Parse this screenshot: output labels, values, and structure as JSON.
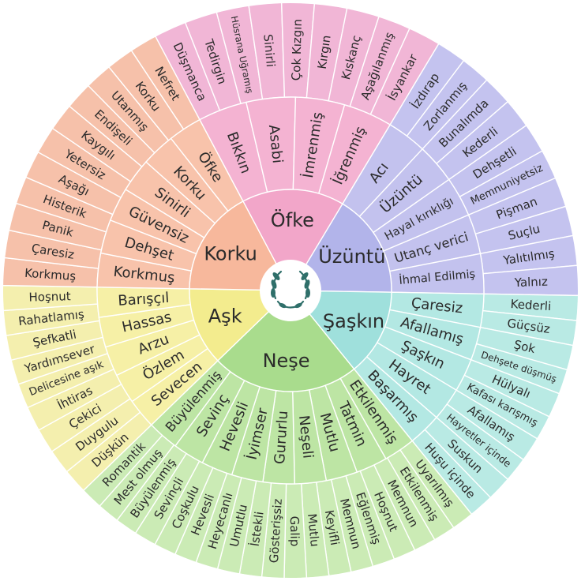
{
  "core": [
    {
      "label": "Öfke",
      "color": "#f2a6c9",
      "mid": "#f4b3d2",
      "outer": "#f1b6d6",
      "middle": [
        "Bıkkın",
        "Asabi",
        "İmrenmiş",
        "İğrenmiş"
      ],
      "outerLabels": [
        "Düşmanca",
        "Tedirgin",
        "Hüsrana Uğramış",
        "Sinirli",
        "Çok Kızgın",
        "Kırgın",
        "Kıskanç",
        "Aşağılanmış",
        "İsyankar"
      ]
    },
    {
      "label": "Üzüntü",
      "color": "#b2b4ea",
      "mid": "#c3c2ee",
      "outer": "#c4c3ef",
      "middle": [
        "Acı",
        "Üzüntü",
        "Hayal kırıklığı",
        "Utanç verici",
        "İhmal Edilmiş"
      ],
      "outerLabels": [
        "İzdırap",
        "Zorlanmış",
        "Bunalımda",
        "Kederli",
        "Dehşetli",
        "Memnuniyetsiz",
        "Pişman",
        "Suçlu",
        "Yalıtılmış",
        "Yalnız"
      ]
    },
    {
      "label": "Şaşkın",
      "color": "#9fe0dc",
      "mid": "#b3e8e3",
      "outer": "#b9eae4",
      "middle": [
        "Çaresiz",
        "Afallamış",
        "Şaşkın",
        "Hayret",
        "Başarmış"
      ],
      "outerLabels": [
        "Kederli",
        "Güçsüz",
        "Şok",
        "Dehşete düşmüş",
        "Hülyalı",
        "Kafası karışmış",
        "Afallamış",
        "Hayretler içinde",
        "Suskun",
        "Huşu içinde"
      ]
    },
    {
      "label": "Neşe",
      "color": "#a9dc8d",
      "mid": "#bde5a4",
      "outer": "#cbebb5",
      "middle": [
        "Etkilenmiş",
        "Tatmin",
        "Mutlu",
        "Neşeli",
        "Gururlu",
        "İyimser",
        "Hevesli",
        "Sevinç",
        "Büyülenmiş"
      ],
      "outerLabels": [
        "Uyarılmış",
        "Etkilenmiş",
        "Memnun",
        "Hoşnut",
        "Eğlenmiş",
        "Memnun",
        "Keyifli",
        "Mutlu",
        "Galip",
        "Gösterişsiz",
        "İstekli",
        "Umutlu",
        "Heyecanlı",
        "Hevesli",
        "Coşkulu",
        "Sevinçli",
        "Büyülenmiş",
        "Mest olmuş",
        "Romantik"
      ]
    },
    {
      "label": "Aşk",
      "color": "#f3ec8e",
      "mid": "#f6f0a6",
      "outer": "#f4efae",
      "middle": [
        "Sevecen",
        "Özlem",
        "Arzu",
        "Hassas",
        "Barışçıl"
      ],
      "outerLabels": [
        "Düşkün",
        "Duygulu",
        "Çekici",
        "İhtiras",
        "Delicesine aşık",
        "Yardımsever",
        "Şefkatli",
        "Rahatlamış",
        "Hoşnut"
      ]
    },
    {
      "label": "Korku",
      "color": "#f7b89c",
      "mid": "#f8c3ab",
      "outer": "#f6c1aa",
      "middle": [
        "Korkmuş",
        "Dehşet",
        "Güvensiz",
        "Sinirli",
        "Korku",
        "Öfke"
      ],
      "outerLabels": [
        "Korkmuş",
        "Çaresiz",
        "Panik",
        "Histerik",
        "Aşağı",
        "Yetersiz",
        "Kaygılı",
        "Endişeli",
        "Utanmış",
        "Korku",
        "Nefret"
      ]
    }
  ],
  "center_icon": "laurel-wreath-icon"
}
